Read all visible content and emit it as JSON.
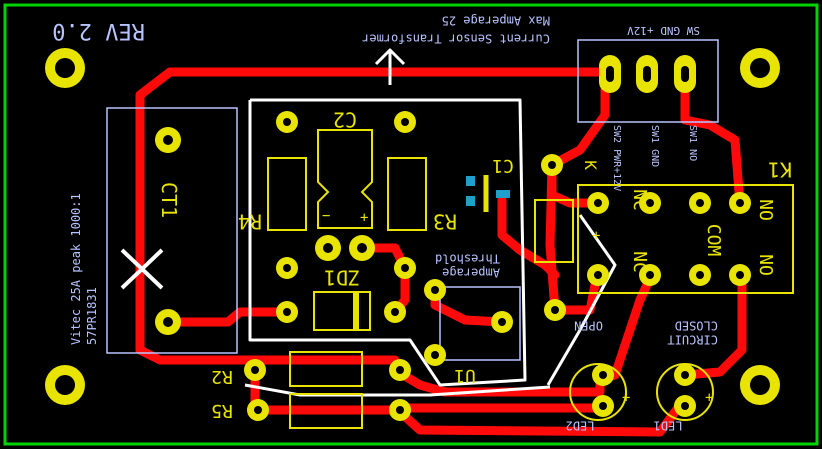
{
  "board": {
    "revision": "REV 2.0",
    "max_amperage": "Max Amperage 25",
    "current_sensor": "Current Sensor Transformer",
    "sw_header": "SW GND +12V",
    "relay_pins": [
      "SW2 PWR+12V",
      "SW1 GND",
      "SW1 NO"
    ],
    "relay_label": "K1",
    "relay_nc_top": "NC",
    "relay_no_top": "NO",
    "relay_nc_bottom": "NC",
    "relay_com": "COM",
    "relay_no_bottom": "NO",
    "ct_label": "CT1",
    "vitec_line1": "Vitec 25A peak 1000:1",
    "vitec_line2": "57PR1831",
    "c2": "C2",
    "r4": "R4",
    "r3": "R3",
    "zd1": "ZD1",
    "u1": "U1",
    "r2": "R2",
    "r5": "R5",
    "c1": "C1",
    "threshold_line1": "Threshold",
    "threshold_line2": "Amperage",
    "circuit_line1": "CLOSED",
    "circuit_line2": "CIRCUIT",
    "circuit_line3": "OPEN",
    "led1": "LED1",
    "led2": "LED2",
    "k_label": "K",
    "plus": "+",
    "minus": "−"
  },
  "colors": {
    "board_outline": "#00d400",
    "trace": "#ff0a0a",
    "pad": "#e8e400",
    "silkscreen_blue": "#b8c4ff",
    "silkscreen_white": "#ffffff",
    "smd_pad": "#1fa0c8"
  }
}
